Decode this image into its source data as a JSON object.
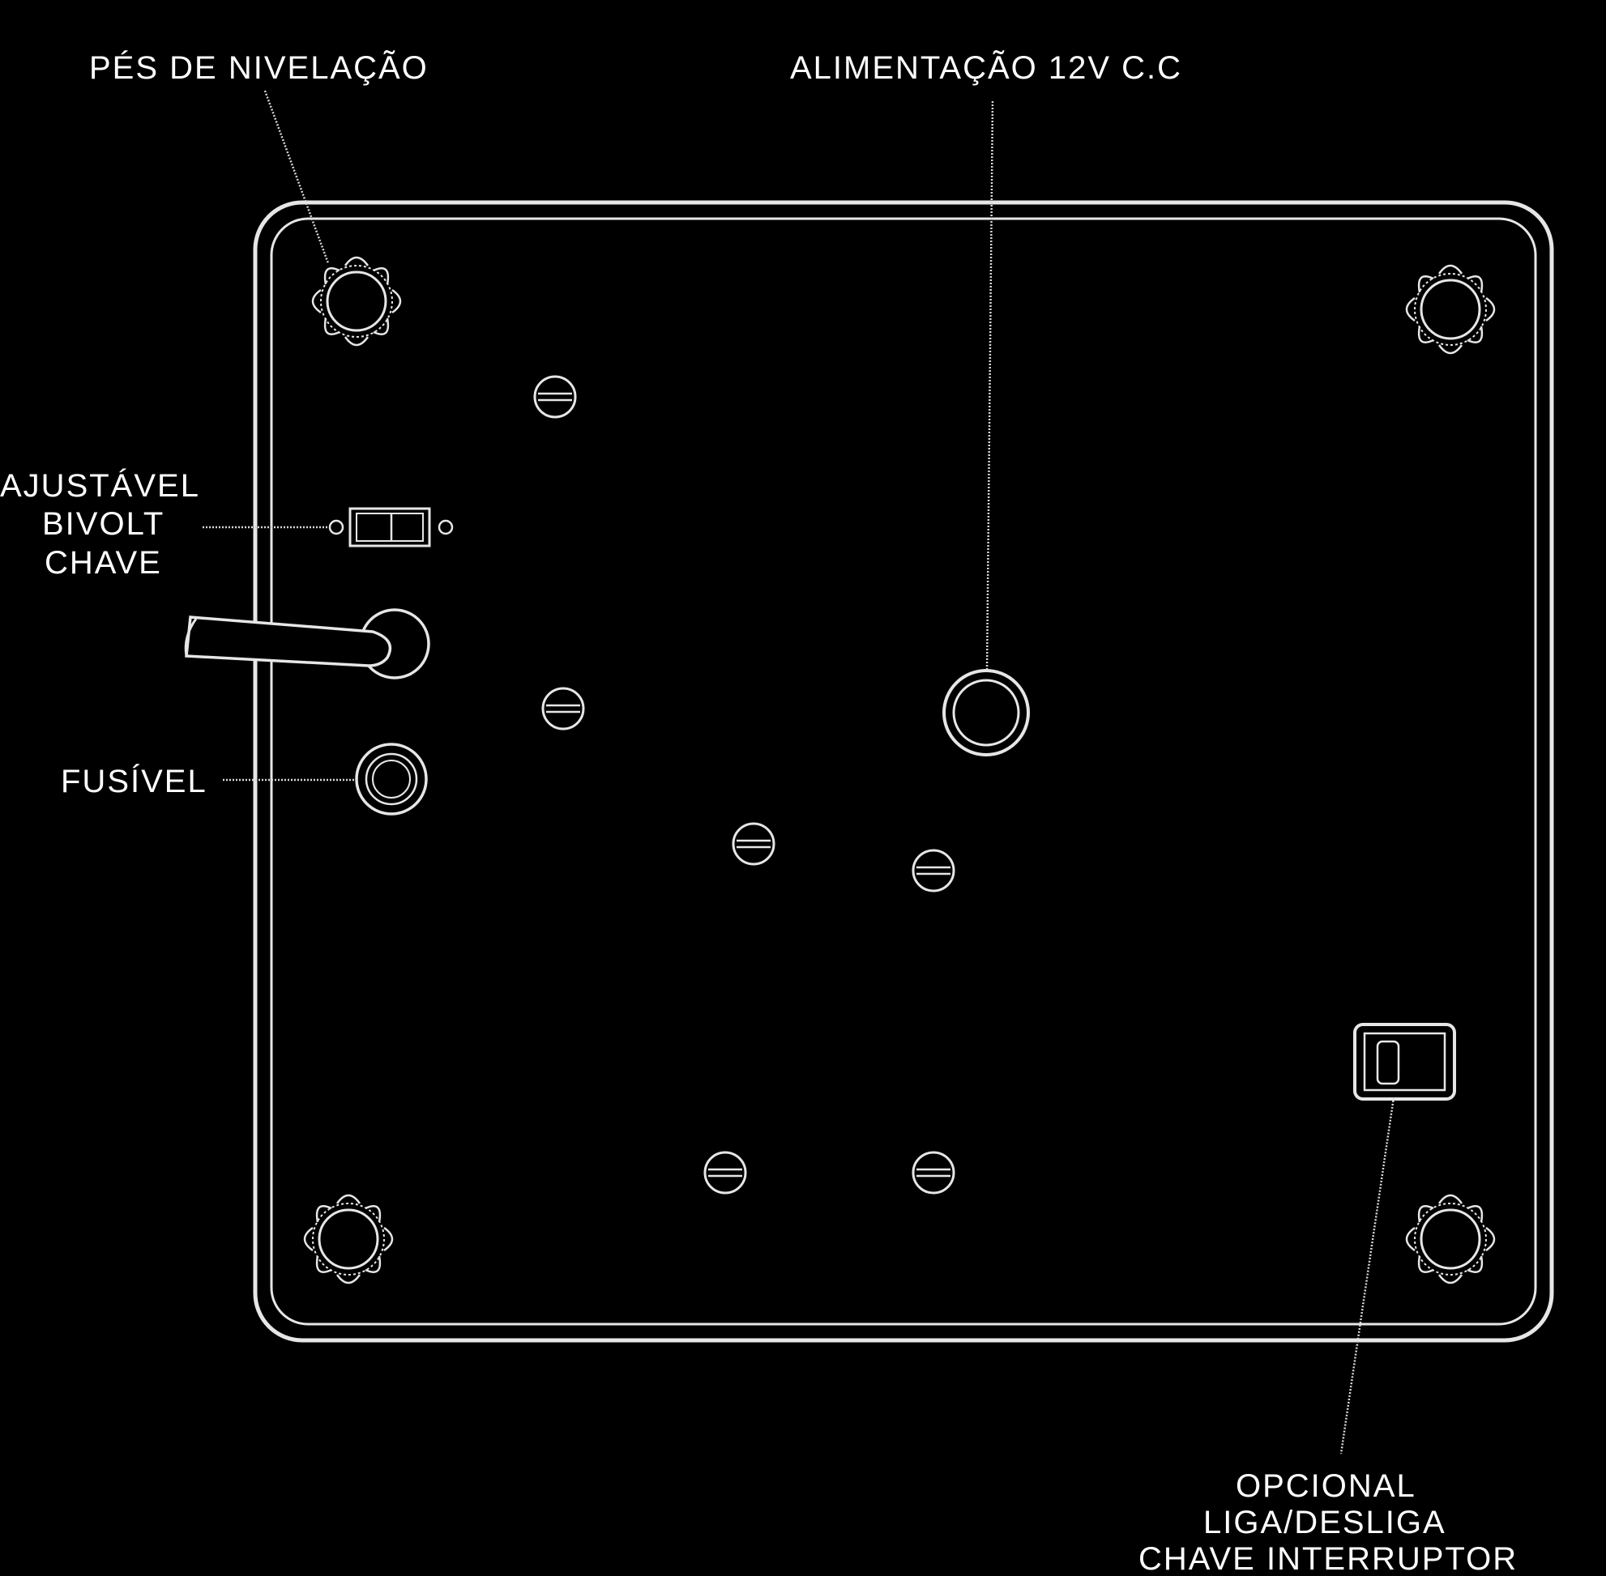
{
  "labels": {
    "leveling_feet": "PÉS DE NIVELAÇÃO",
    "power_supply": "ALIMENTAÇÃO 12V C.C",
    "bivolt_switch": [
      "AJUSTÁVEL",
      "BIVOLT",
      "CHAVE"
    ],
    "fuse": "FUSÍVEL",
    "on_off_switch": [
      "OPCIONAL",
      "LIGA/DESLIGA",
      "CHAVE INTERRUPTOR"
    ]
  },
  "colors": {
    "background": "#000000",
    "line": "#e6e6e6",
    "text": "#ffffff"
  }
}
